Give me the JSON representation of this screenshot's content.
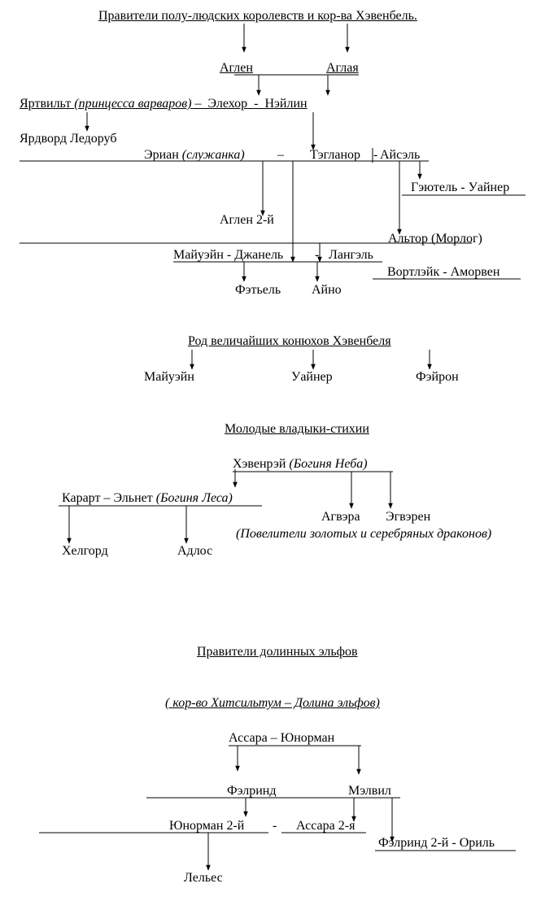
{
  "section1": {
    "title": "Правители полу-людских королевств и кор-ва Хэвенбель.",
    "aglen": "Аглен",
    "aglaya": "Аглая",
    "yartvilt": "Яртвильт",
    "yartvilt_note": "(принцесса варваров)",
    "dash1": "–",
    "elekhor": "Элехор",
    "dash2": "-",
    "neilin": "Нэйлин",
    "yardvord": "Ярдворд Ледоруб",
    "erian": "Эриан",
    "erian_note": "(служанка)",
    "dash3": "–",
    "teglanor": "Тэгланор",
    "dash4": "-",
    "aisel": "Айсэль",
    "geutel_uainer": "Гэютель - Уайнер",
    "aglen2": "Аглен 2-й",
    "altor": "Альтор (Морлог)",
    "maiuein_janel": "Майуэйн  -  Джанель",
    "dash5": "-",
    "langel": "Лангэль",
    "vortleik_amorven": "Вортлэйк - Аморвен",
    "fetiel": "Фэтьель",
    "aino": "Айно"
  },
  "section2": {
    "title": "Род величайших конюхов Хэвенбеля",
    "maiuein": "Майуэйн",
    "uainer": "Уайнер",
    "feiron": "Фэйрон"
  },
  "section3": {
    "title": "Молодые владыки-стихии",
    "hevenrei": "Хэвенрэй",
    "hevenrei_note": "(Богиня Неба)",
    "karart_elnet": "Карарт – Эльнет",
    "elnet_note": "(Богиня Леса)",
    "agvera": "Агвэра",
    "egveren": "Эгвэрен",
    "dragons_note": "(Повелители золотых и серебряных драконов)",
    "khelgord": "Хелгорд",
    "adlos": "Адлос"
  },
  "section4": {
    "title": "Правители долинных эльфов",
    "subtitle": "( кор-во Хитсильтум – Долина эльфов)",
    "assara_yunorman": "Ассара – Юнорман",
    "felrind": "Фэлринд",
    "melvil": "Мэлвил",
    "yunorman2": "Юнорман 2-й",
    "dash": "-",
    "assara2": "Ассара 2-я",
    "felrind2_oril": "Фэлринд 2-й - Ориль",
    "lelies": "Лельес"
  }
}
